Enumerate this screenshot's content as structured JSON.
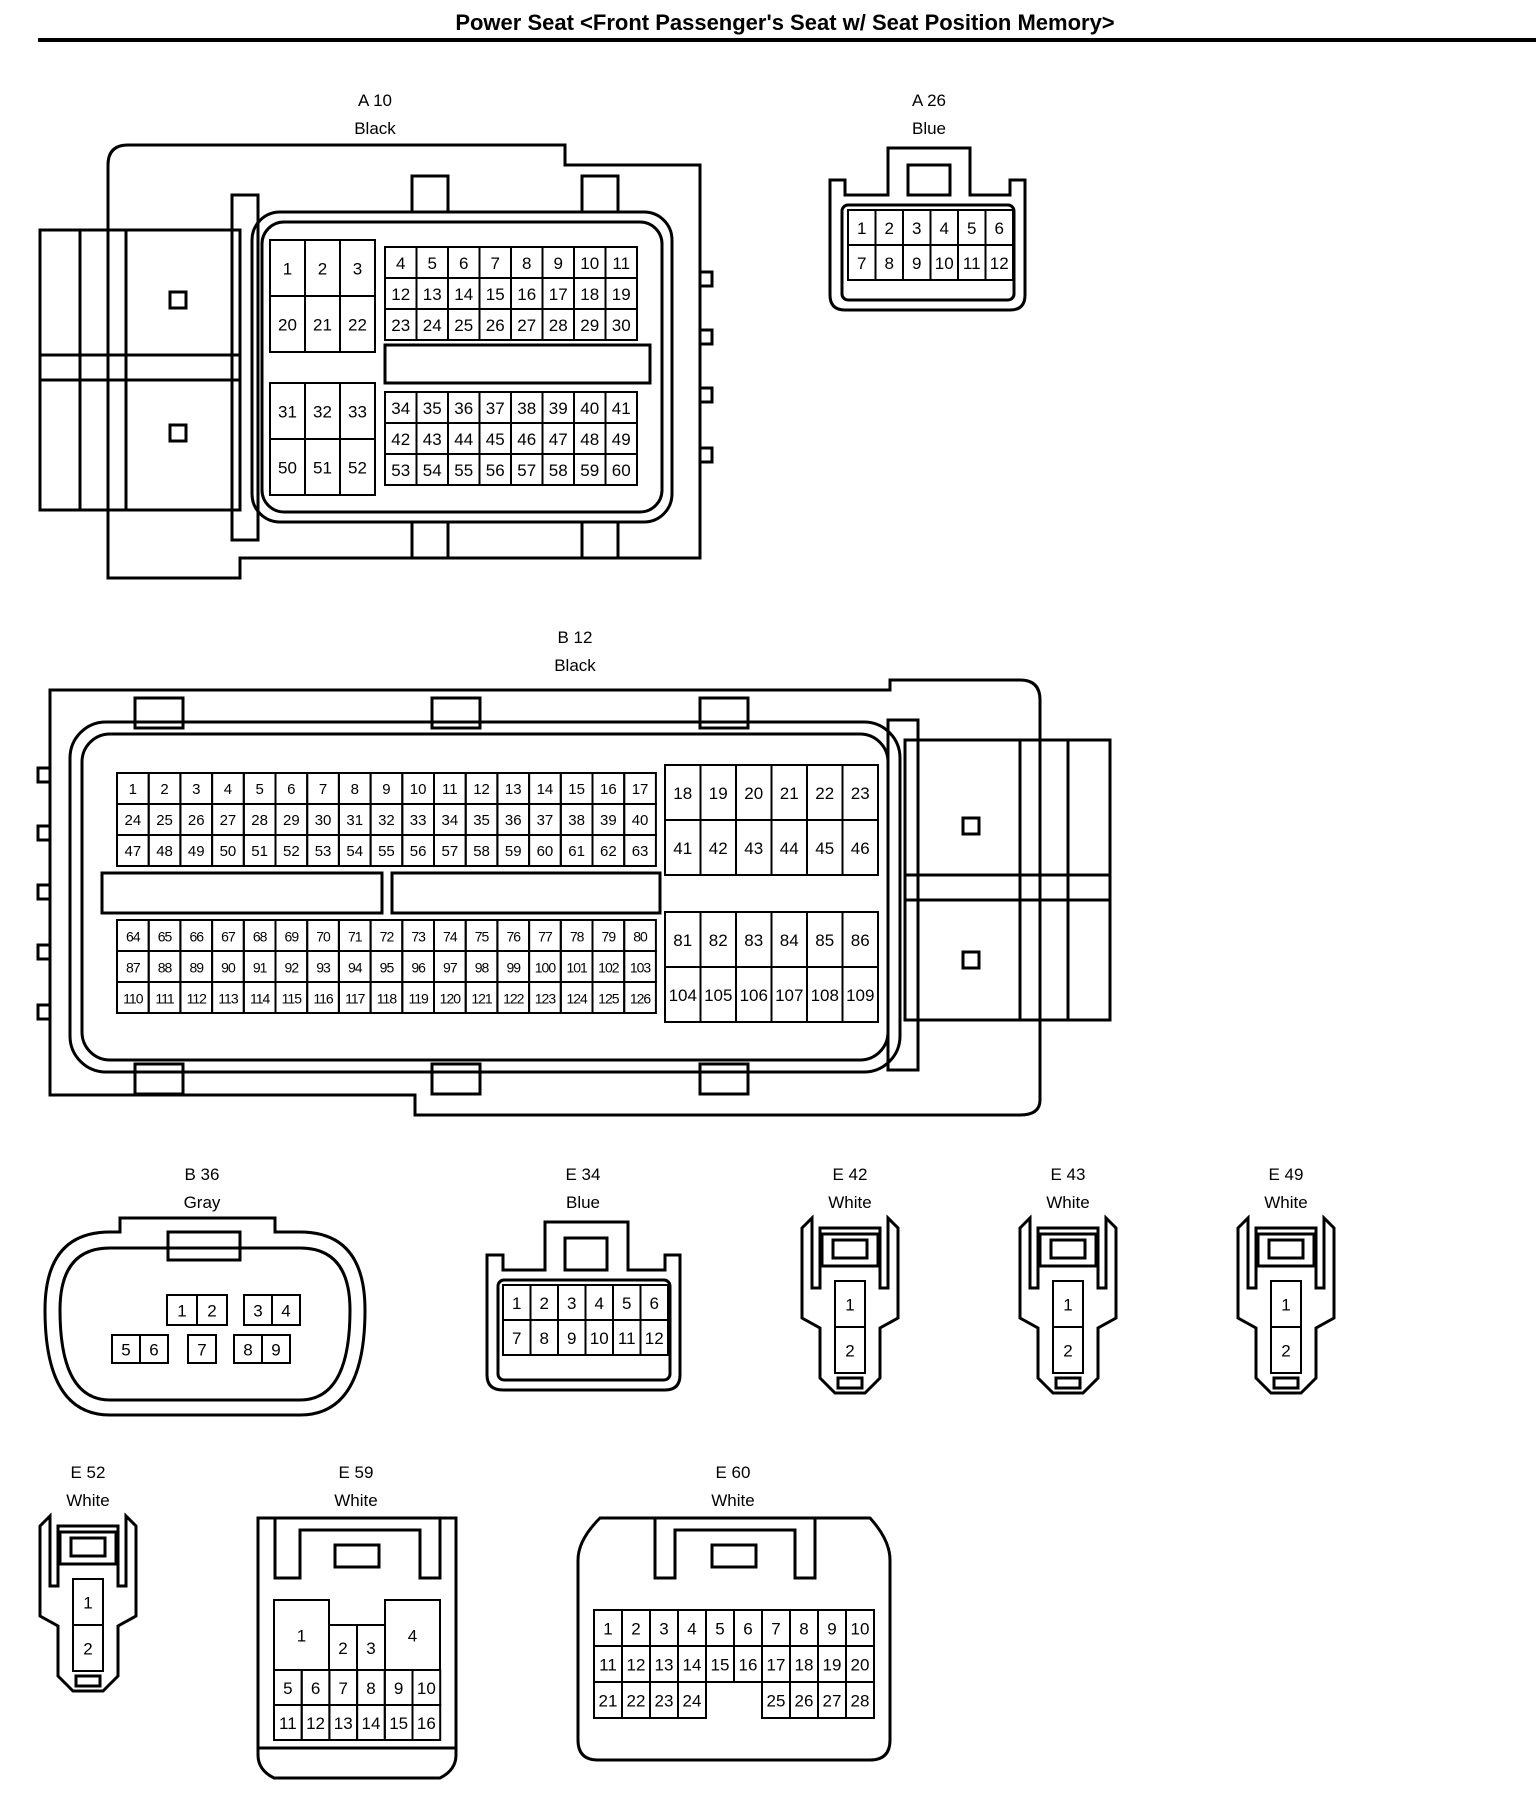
{
  "title": "Power Seat <Front Passenger's Seat w/ Seat Position Memory>",
  "connectors": {
    "A10": {
      "id": "A 10",
      "color": "Black",
      "pin_count": 60
    },
    "A26": {
      "id": "A 26",
      "color": "Blue",
      "pin_count": 12
    },
    "B12": {
      "id": "B 12",
      "color": "Black",
      "pin_count": 126
    },
    "B36": {
      "id": "B 36",
      "color": "Gray",
      "pin_count": 9
    },
    "E34": {
      "id": "E 34",
      "color": "Blue",
      "pin_count": 12
    },
    "E42": {
      "id": "E 42",
      "color": "White",
      "pin_count": 2
    },
    "E43": {
      "id": "E 43",
      "color": "White",
      "pin_count": 2
    },
    "E49": {
      "id": "E 49",
      "color": "White",
      "pin_count": 2
    },
    "E52": {
      "id": "E 52",
      "color": "White",
      "pin_count": 2
    },
    "E59": {
      "id": "E 59",
      "color": "White",
      "pin_count": 16
    },
    "E60": {
      "id": "E 60",
      "color": "White",
      "pin_count": 28
    }
  }
}
